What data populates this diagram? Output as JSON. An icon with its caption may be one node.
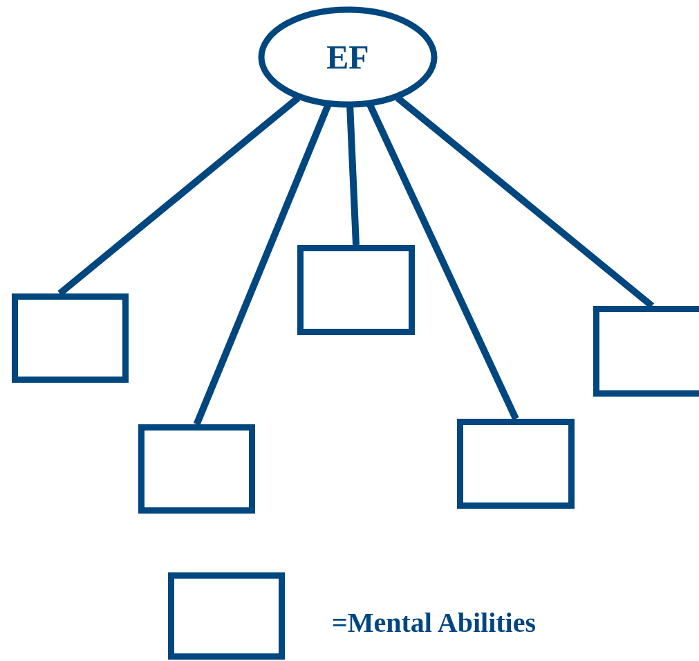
{
  "diagram": {
    "nodes": [
      {
        "text": [
          "EF"
        ]
      },
      {
        "text": [],
        "shape": "box"
      },
      {
        "text": [],
        "shape": "box"
      },
      {
        "text": [],
        "shape": "box"
      },
      {
        "text": [],
        "shape": "box"
      },
      {
        "text": [],
        "shape": "box"
      }
    ],
    "edges": [
      {
        "from": 0,
        "to": 1,
        "arrow": "none"
      },
      {
        "from": 0,
        "to": 2,
        "arrow": "none"
      },
      {
        "from": 0,
        "to": 3,
        "arrow": "none"
      },
      {
        "from": 0,
        "to": 4,
        "arrow": "none"
      },
      {
        "from": 0,
        "to": 5,
        "arrow": "none"
      }
    ],
    "legend": [
      {
        "text": "=Mental Abilities"
      }
    ]
  }
}
